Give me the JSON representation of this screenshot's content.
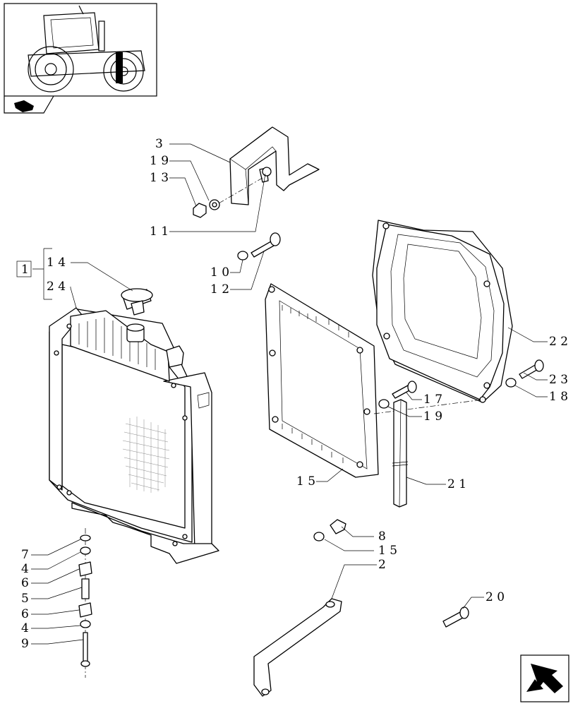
{
  "callouts": {
    "c3": "3",
    "c19a": "1 9",
    "c13": "1 3",
    "c11": "1 1",
    "c1": "1",
    "c14": "1 4",
    "c24": "2 4",
    "c10": "1 0",
    "c12": "1 2",
    "c22": "2 2",
    "c23": "2 3",
    "c18": "1 8",
    "c17": "1 7",
    "c19b": "1 9",
    "c15a": "1 5",
    "c21": "2 1",
    "c8": "8",
    "c15b": "1 5",
    "c2": "2",
    "c20": "2 0",
    "c7": "7",
    "c4a": "4",
    "c6a": "6",
    "c5": "5",
    "c6b": "6",
    "c4b": "4",
    "c9": "9"
  },
  "icons": {
    "thumbnail": "tractor-thumbnail-icon",
    "catalogue": "catalogue-book-icon",
    "next": "next-page-arrow-icon"
  }
}
